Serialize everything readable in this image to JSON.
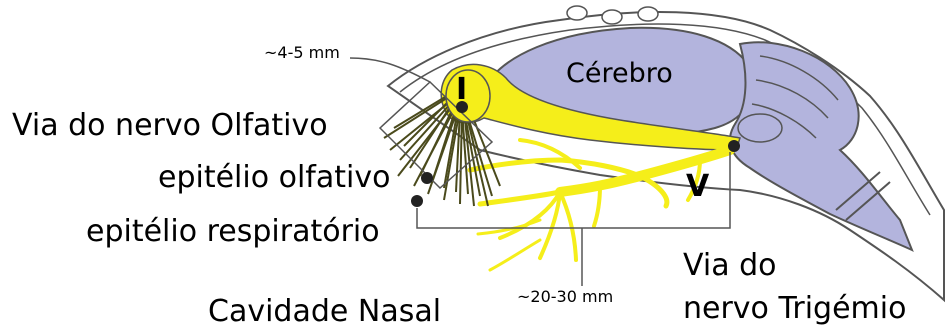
{
  "labels": {
    "brain": "Cérebro",
    "olfactory_pathway": "Via do nervo Olfativo",
    "olfactory_epithelium": "epitélio olfativo",
    "respiratory_epithelium": "epitélio respiratório",
    "nasal_cavity": "Cavidade Nasal",
    "trigeminal_pathway_line1": "Via do",
    "trigeminal_pathway_line2": "nervo Trigémio",
    "olfactory_distance": "~4-5 mm",
    "trigeminal_distance": "~20-30 mm",
    "cranial_nerve_olfactory": "I",
    "cranial_nerve_trigeminal": "V"
  },
  "colors": {
    "brain_fill": "#b3b4dd",
    "nerve_fill": "#f5ee1a",
    "olfactory_fibers": "#4a4a1c",
    "outline": "#555555",
    "text": "#000000"
  }
}
